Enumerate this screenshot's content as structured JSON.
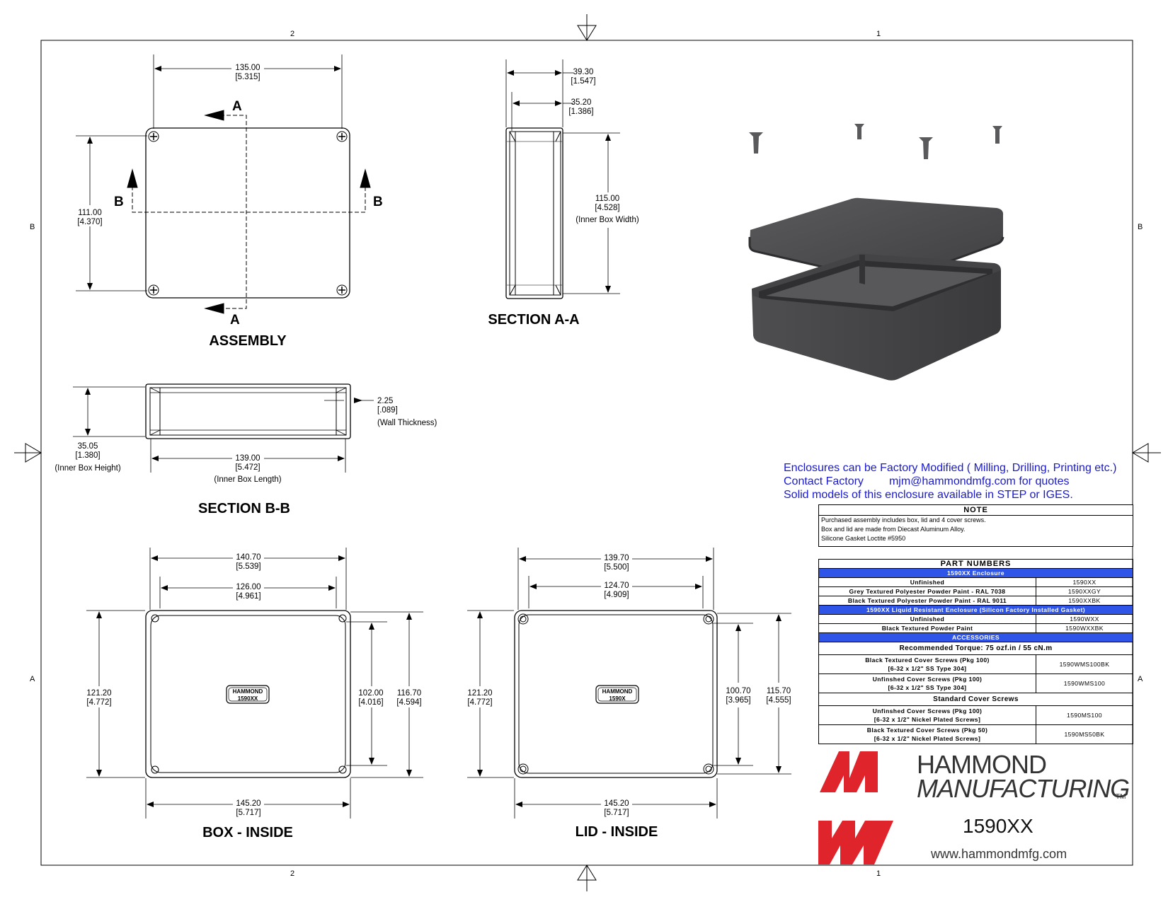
{
  "zones": {
    "col_left": "2",
    "col_right": "1",
    "row_upper": "B",
    "row_lower": "A"
  },
  "views": {
    "assembly": {
      "title": "ASSEMBLY",
      "width_mm": "135.00",
      "width_in": "[5.315]",
      "height_mm": "111.00",
      "height_in": "[4.370]",
      "cut_a": "A",
      "cut_b": "B"
    },
    "section_aa": {
      "title": "SECTION A-A",
      "outer_mm": "39.30",
      "outer_in": "[1.547]",
      "inner_mm": "35.20",
      "inner_in": "[1.386]",
      "width_mm": "115.00",
      "width_in": "[4.528]",
      "width_note": "(Inner Box Width)"
    },
    "section_bb": {
      "title": "SECTION B-B",
      "height_mm": "35.05",
      "height_in": "[1.380]",
      "height_note": "(Inner Box Height)",
      "length_mm": "139.00",
      "length_in": "[5.472]",
      "length_note": "(Inner Box Length)",
      "wall_mm": "2.25",
      "wall_in": "[.089]",
      "wall_note": "(Wall Thickness)"
    },
    "box_inside": {
      "title": "BOX - INSIDE",
      "top1_mm": "140.70",
      "top1_in": "[5.539]",
      "top2_mm": "126.00",
      "top2_in": "[4.961]",
      "bottom_mm": "145.20",
      "bottom_in": "[5.717]",
      "left_mm": "121.20",
      "left_in": "[4.772]",
      "right1_mm": "102.00",
      "right1_in": "[4.016]",
      "right2_mm": "116.70",
      "right2_in": "[4.594]",
      "label1": "HAMMOND",
      "label2": "1590XX"
    },
    "lid_inside": {
      "title": "LID - INSIDE",
      "top1_mm": "139.70",
      "top1_in": "[5.500]",
      "top2_mm": "124.70",
      "top2_in": "[4.909]",
      "bottom_mm": "145.20",
      "bottom_in": "[5.717]",
      "left_mm": "121.20",
      "left_in": "[4.772]",
      "right1_mm": "100.70",
      "right1_in": "[3.965]",
      "right2_mm": "115.70",
      "right2_in": "[4.555]",
      "label1": "HAMMOND",
      "label2": "1590X"
    }
  },
  "notes": {
    "line1": "Enclosures can be Factory Modified ( Milling, Drilling, Printing etc.)",
    "line2a": "Contact Factory",
    "line2b": "mjm@hammondmfg.com for quotes",
    "line3": "Solid models of this enclosure available in STEP or IGES."
  },
  "note_box": {
    "heading": "NOTE",
    "lines": [
      "Purchased assembly includes box, lid and 4 cover screws.",
      "Box and lid are made from Diecast Aluminum Alloy.",
      "Silicone Gasket Loctite #5950"
    ]
  },
  "parts": {
    "heading": "PART NUMBERS",
    "enclosure_header": "1590XX Enclosure",
    "unfinished": "Unfinished",
    "unfinished_pn": "1590XX",
    "grey": "Grey Textured Polyester Powder Paint - RAL 7038",
    "grey_pn": "1590XXGY",
    "black": "Black Textured Polyester Powder Paint - RAL 9011",
    "black_pn": "1590XXBK",
    "liquid_header": "1590XX Liquid Resistant Enclosure (Silicon Factory Installed Gasket)",
    "lr_unfinished": "Unfinished",
    "lr_unfinished_pn": "1590WXX",
    "lr_black": "Black Textured Powder Paint",
    "lr_black_pn": "1590WXXBK",
    "accessories_header": "ACCESSORIES",
    "torque": "Recommended Torque: 75 ozf.in / 55 cN.m",
    "screw1_a": "Black Textured Cover Screws (Pkg 100)",
    "screw1_b": "[6-32 x 1/2\" SS Type 304]",
    "screw1_pn": "1590WMS100BK",
    "screw2_a": "Unfinshed Cover Screws (Pkg 100)",
    "screw2_b": "[6-32 x 1/2\" SS Type 304]",
    "screw2_pn": "1590WMS100",
    "standard_header": "Standard Cover Screws",
    "screw3_a": "Unfinshed Cover Screws (Pkg 100)",
    "screw3_b": "[6-32 x 1/2\" Nickel Plated Screws]",
    "screw3_pn": "1590MS100",
    "screw4_a": "Black Textured Cover Screws (Pkg 50)",
    "screw4_b": "[6-32 x 1/2\" Nickel Plated Screws]",
    "screw4_pn": "1590MS50BK"
  },
  "title_block": {
    "brand_line1": "HAMMOND",
    "brand_line2": "MANUFACTURING",
    "tm": "TM",
    "part_number": "1590XX",
    "website": "www.hammondmfg.com",
    "logo_color": "#e0242b",
    "accent_color": "#2f55e8",
    "note_color": "#1a1acc"
  }
}
